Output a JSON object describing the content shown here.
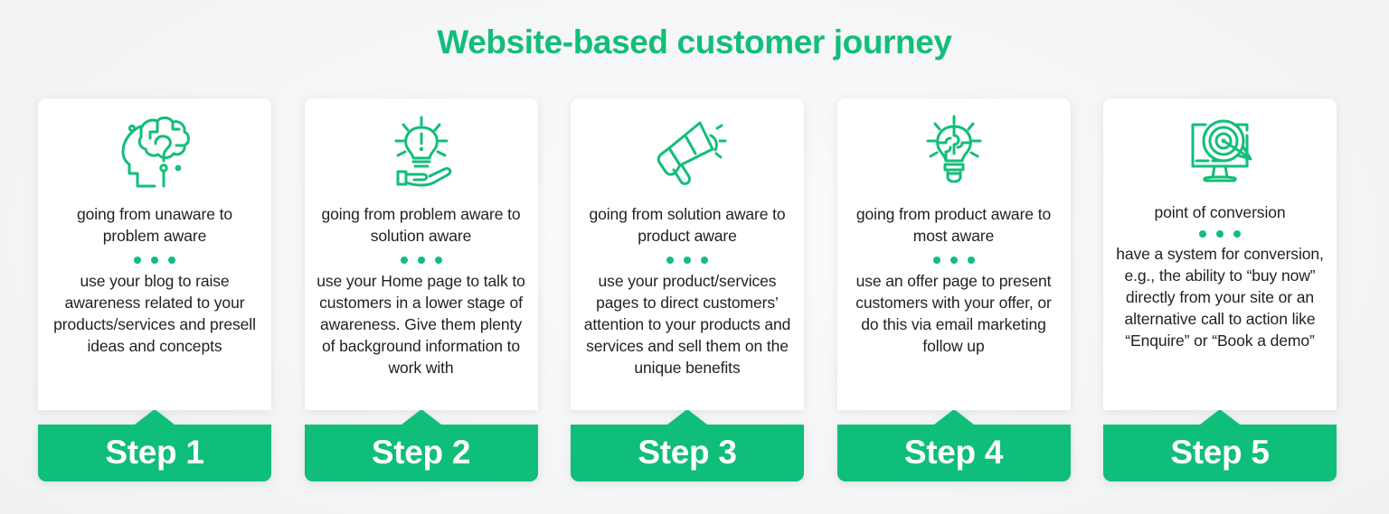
{
  "header": {
    "title": "Website-based customer journey"
  },
  "colors": {
    "accent_green": "#12be79",
    "bar_green": "#0fbe78",
    "text": "#231f20",
    "background": "#f2f3f4",
    "card": "#ffffff"
  },
  "cards": [
    {
      "icon": "head-brain-question-icon",
      "lede": "going from unaware to problem aware",
      "detail": "use your blog to raise awareness related to your products/services and presell ideas and concepts",
      "step_label": "Step 1"
    },
    {
      "icon": "lightbulb-idea-hand-icon",
      "lede": "going from problem aware to solution aware",
      "detail": "use your Home page to talk to customers in a lower stage of awareness. Give them plenty of background information to work with",
      "step_label": "Step 2"
    },
    {
      "icon": "megaphone-icon",
      "lede": "going from solution aware to product aware",
      "detail": "use your product/services pages to direct customers’ attention to your products and services and sell them on the unique benefits",
      "step_label": "Step 3"
    },
    {
      "icon": "puzzle-lightbulb-icon",
      "lede": "going from product aware to most aware",
      "detail": "use an offer page to present customers with your offer, or do this via email marketing follow up",
      "step_label": "Step 4"
    },
    {
      "icon": "monitor-target-arrow-icon",
      "lede": "point of conversion",
      "detail": "have a system for conversion, e.g., the ability to “buy now” directly from your site or an alternative call to action like “Enquire” or “Book a demo”",
      "step_label": "Step 5"
    }
  ]
}
